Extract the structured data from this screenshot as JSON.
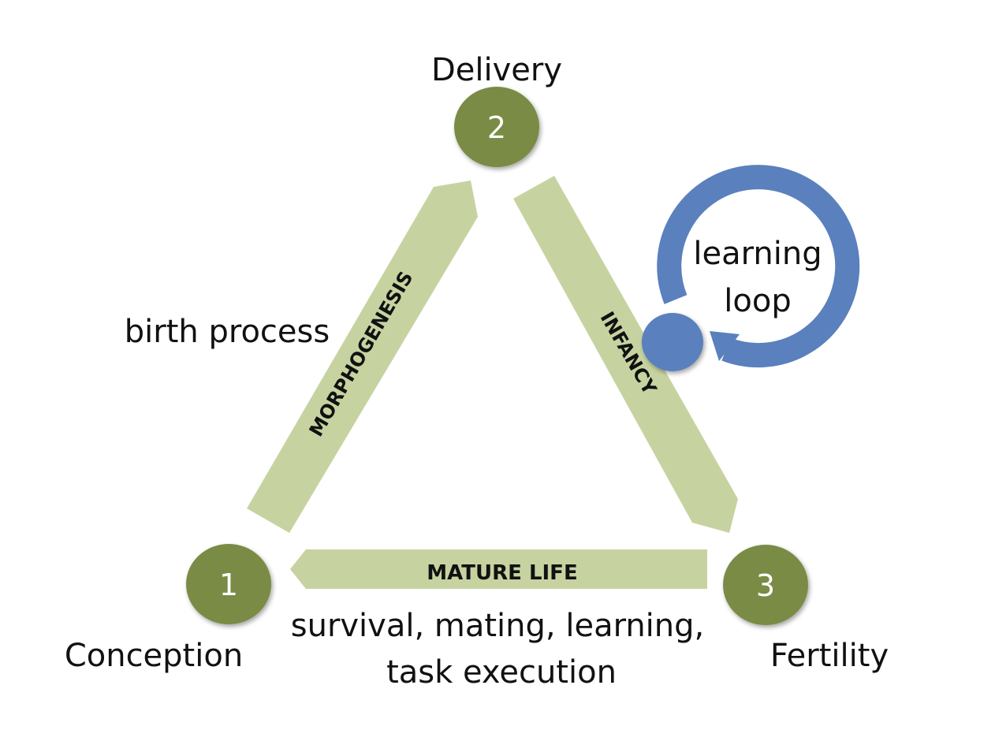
{
  "nodes": [
    {
      "number": "1",
      "label": "Conception"
    },
    {
      "number": "2",
      "label": "Delivery"
    },
    {
      "number": "3",
      "label": "Fertility"
    }
  ],
  "arrows": {
    "morphogenesis": "MORPHOGENESIS",
    "infancy": "INFANCY",
    "mature_life": "MATURE LIFE"
  },
  "annotations": {
    "birth_process": "birth process",
    "learning_loop_line1": "learning",
    "learning_loop_line2": "loop",
    "mature_line1": "survival, mating, learning,",
    "mature_line2": "task execution"
  },
  "colors": {
    "node_fill": "#7a8b45",
    "arrow_fill": "#c6d3a0",
    "loop_blue": "#5a80bd"
  }
}
